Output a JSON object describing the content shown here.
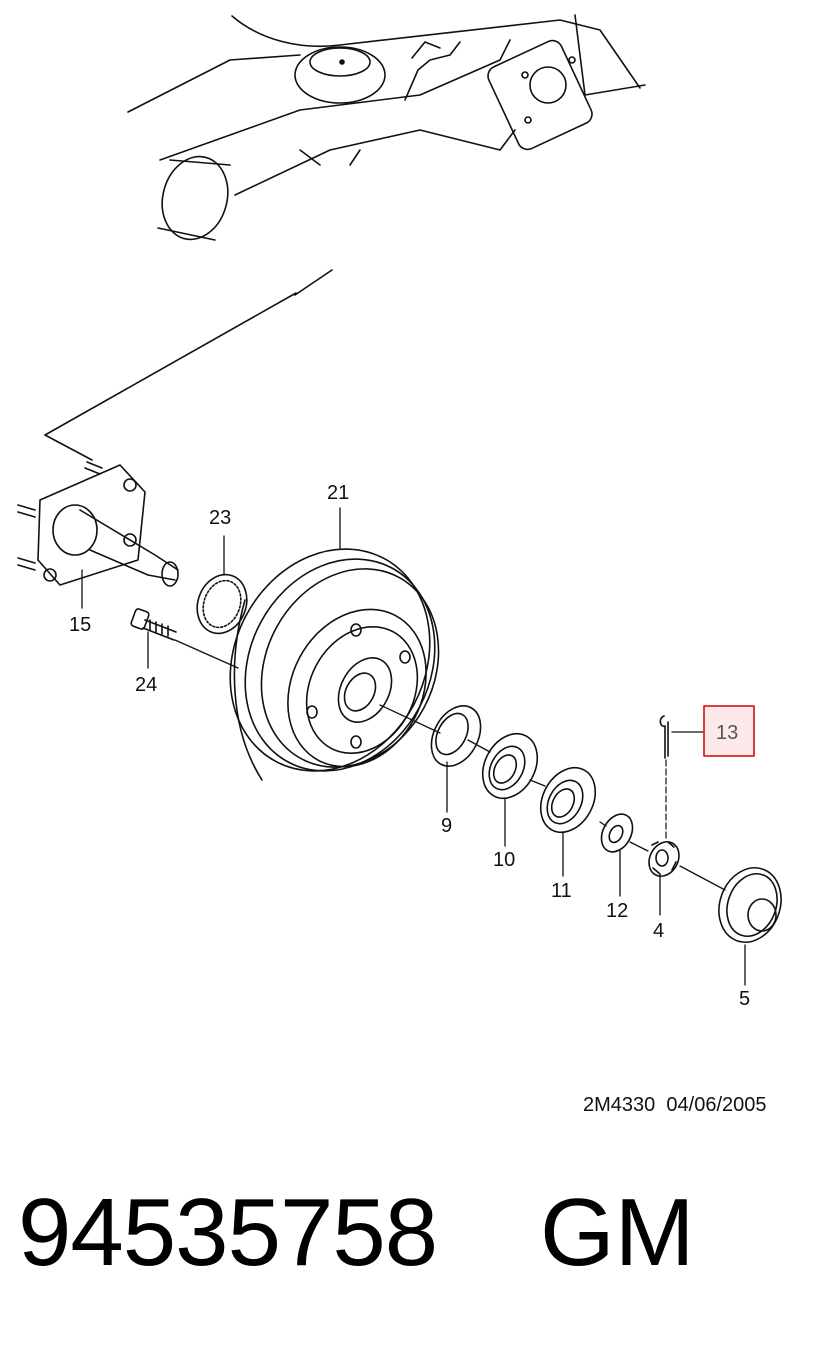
{
  "callouts": {
    "c21": "21",
    "c23": "23",
    "c15": "15",
    "c24": "24",
    "c13": "13",
    "c9": "9",
    "c10": "10",
    "c11": "11",
    "c12": "12",
    "c4": "4",
    "c5": "5"
  },
  "highlight_color": "#d9262b",
  "highlight_fill": "#fde9ea",
  "drawing_code": "2M4330  04/06/2005",
  "part_number": "94535758",
  "brand": "GM"
}
